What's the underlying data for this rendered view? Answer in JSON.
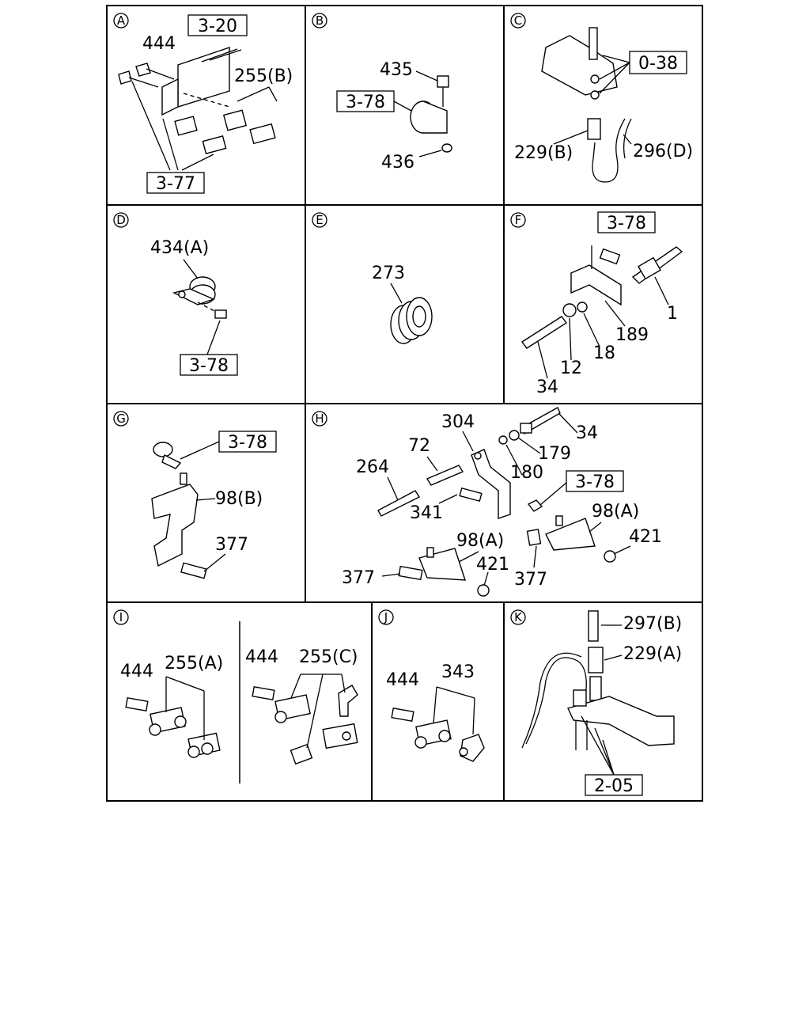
{
  "panels": {
    "A": {
      "letter": "A",
      "labels": {
        "444": "444",
        "255b": "255(B)"
      },
      "refs": {
        "r320": "3-20",
        "r377": "3-77"
      }
    },
    "B": {
      "letter": "B",
      "labels": {
        "435": "435",
        "436": "436"
      },
      "refs": {
        "r378": "3-78"
      }
    },
    "C": {
      "letter": "C",
      "labels": {
        "229b": "229(B)",
        "296d": "296(D)"
      },
      "refs": {
        "r038": "0-38"
      }
    },
    "D": {
      "letter": "D",
      "labels": {
        "434a": "434(A)"
      },
      "refs": {
        "r378": "3-78"
      }
    },
    "E": {
      "letter": "E",
      "labels": {
        "273": "273"
      }
    },
    "F": {
      "letter": "F",
      "labels": {
        "1": "1",
        "189": "189",
        "18": "18",
        "12": "12",
        "34": "34"
      },
      "refs": {
        "r378": "3-78"
      }
    },
    "G": {
      "letter": "G",
      "labels": {
        "98b": "98(B)",
        "377": "377"
      },
      "refs": {
        "r378": "3-78"
      }
    },
    "H": {
      "letter": "H",
      "labels": {
        "304": "304",
        "34": "34",
        "72": "72",
        "179": "179",
        "264": "264",
        "180": "180",
        "341": "341",
        "98a_1": "98(A)",
        "421_1": "421",
        "98a_2": "98(A)",
        "377_1": "377",
        "421_2": "421",
        "377_2": "377"
      },
      "refs": {
        "r378": "3-78"
      }
    },
    "I": {
      "letter": "I",
      "labels": {
        "444_1": "444",
        "255a": "255(A)",
        "444_2": "444",
        "255c": "255(C)"
      }
    },
    "J": {
      "letter": "J",
      "labels": {
        "444": "444",
        "343": "343"
      }
    },
    "K": {
      "letter": "K",
      "labels": {
        "297b": "297(B)",
        "229a": "229(A)"
      },
      "refs": {
        "r205": "2-05"
      }
    }
  }
}
